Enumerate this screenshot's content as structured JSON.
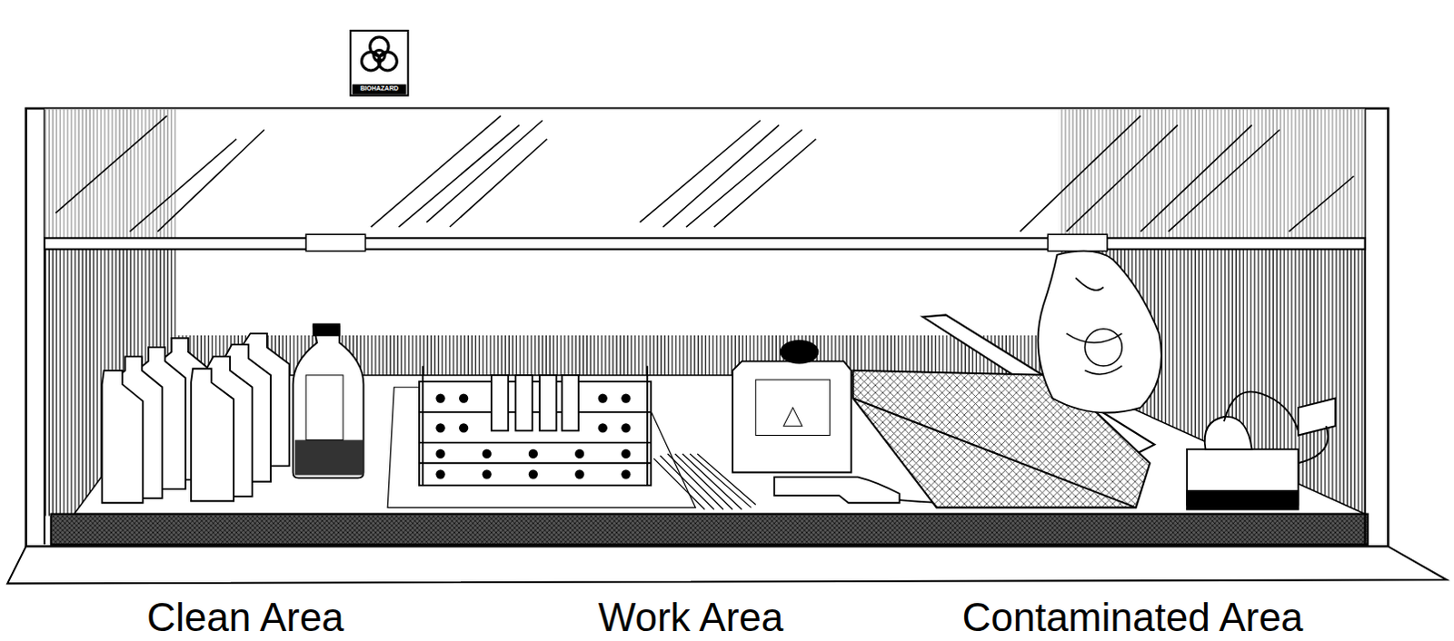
{
  "diagram": {
    "labels": [
      "BIOHAZARD",
      "Clean Area",
      "Work Area",
      "Contaminated Area"
    ]
  }
}
